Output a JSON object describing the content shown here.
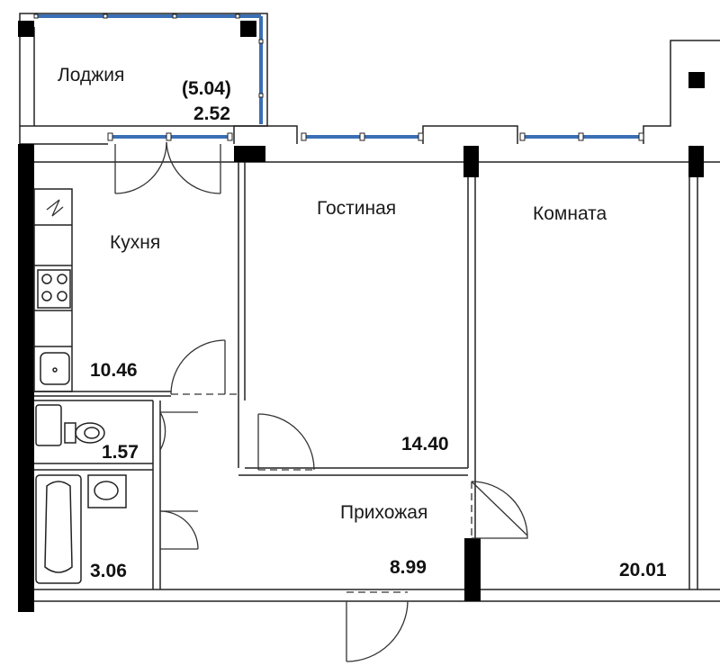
{
  "rooms": [
    {
      "id": "loggia",
      "name": "Лоджия",
      "area_paren": "(5.04)",
      "area": "2.52"
    },
    {
      "id": "kitchen",
      "name": "Кухня",
      "area": "10.46"
    },
    {
      "id": "living",
      "name": "Гостиная",
      "area": "14.40"
    },
    {
      "id": "room",
      "name": "Комната",
      "area": "20.01"
    },
    {
      "id": "hall",
      "name": "Прихожая",
      "area": "8.99"
    },
    {
      "id": "wc",
      "area": "1.57"
    },
    {
      "id": "bath",
      "area": "3.06"
    }
  ],
  "colors": {
    "window": "#3a6fb5",
    "wall": "#000000"
  }
}
